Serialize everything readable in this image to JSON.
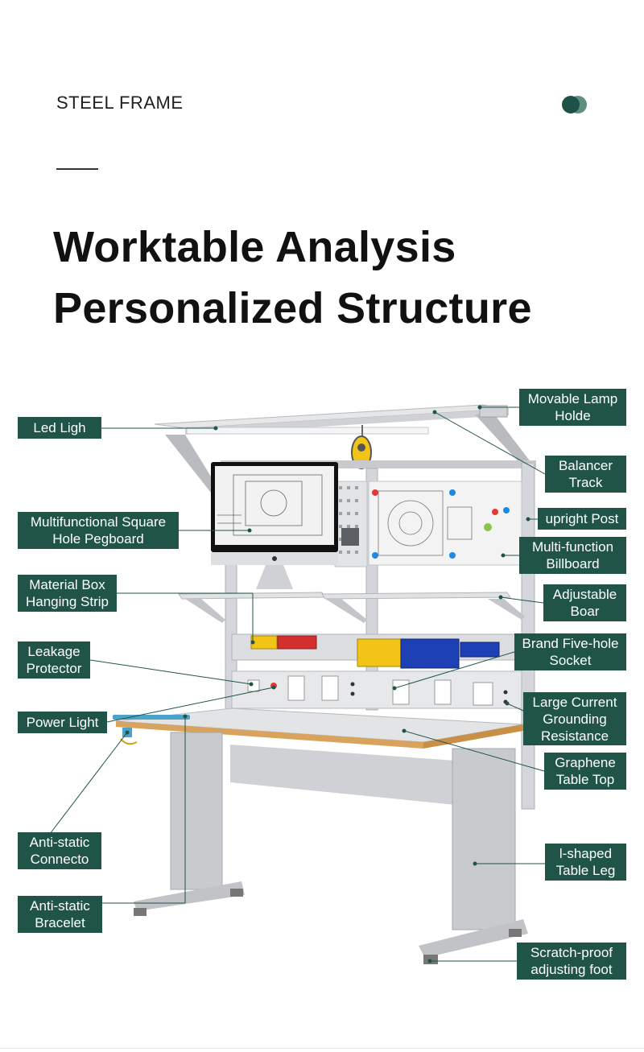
{
  "header": {
    "eyebrow": "STEEL FRAME",
    "title_line1": "Worktable Analysis",
    "title_line2": "Personalized Structure"
  },
  "colors": {
    "label_bg": "#1f5447",
    "dot_dark": "#1e5246",
    "dot_light": "#5f8f80"
  },
  "labels": {
    "led_light": "Led Ligh",
    "movable_lamp_holder": "Movable Lamp\nHolde",
    "balancer_track": "Balancer\nTrack",
    "pegboard": "Multifunctional Square\nHole Pegboard",
    "upright_post": "upright Post",
    "billboard": "Multi-function\nBillboard",
    "material_box_strip": "Material Box\nHanging Strip",
    "adjustable_board": "Adjustable\nBoar",
    "leakage_protector": "Leakage\nProtector",
    "socket": "Brand Five-hole\nSocket",
    "large_current": "Large Current\nGrounding\nResistance",
    "power_light": "Power Light",
    "graphene_top": "Graphene\nTable Top",
    "anti_static_connector": "Anti-static\nConnecto",
    "l_shaped_leg": "l-shaped\nTable Leg",
    "anti_static_bracelet": "Anti-static\nBracelet",
    "scratch_proof_foot": "Scratch-proof\nadjusting foot"
  }
}
